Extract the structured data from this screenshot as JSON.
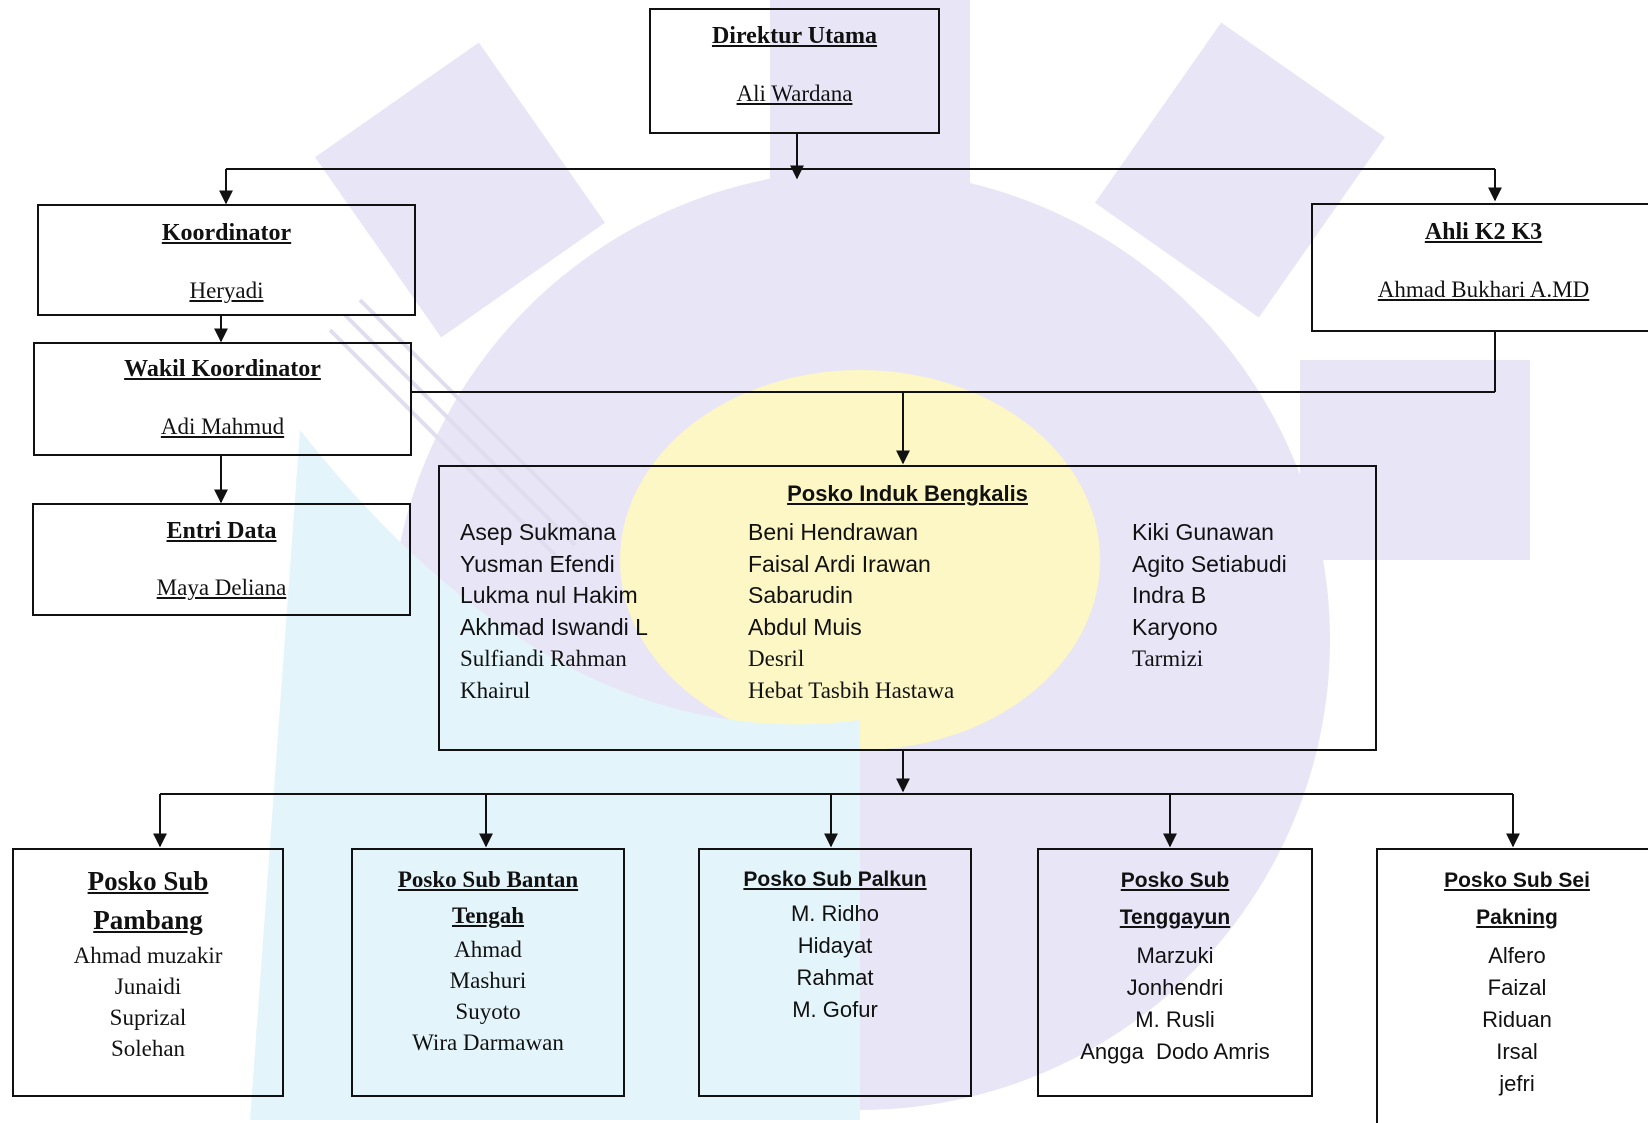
{
  "top": {
    "title": "Direktur Utama",
    "name": "Ali Wardana"
  },
  "koordinator": {
    "title": "Koordinator",
    "name": "Heryadi"
  },
  "wakil": {
    "title": "Wakil Koordinator",
    "name": "Adi Mahmud"
  },
  "entri": {
    "title": "Entri Data",
    "name": "Maya Deliana"
  },
  "ahli": {
    "title": "Ahli K2 K3",
    "name": "Ahmad Bukhari A.MD"
  },
  "induk": {
    "title": "Posko Induk Bengkalis",
    "col1": [
      "Asep Sukmana",
      "Yusman Efendi",
      "Lukma nul Hakim",
      "Akhmad Iswandi L",
      "Sulfiandi Rahman",
      "Khairul"
    ],
    "col2": [
      "Beni Hendrawan",
      "Faisal Ardi Irawan",
      "Sabarudin",
      "Abdul Muis",
      "Desril",
      "Hebat Tasbih Hastawa"
    ],
    "col3": [
      "Kiki Gunawan",
      "Agito Setiabudi",
      "Indra B",
      "Karyono",
      "Tarmizi"
    ]
  },
  "subs": [
    {
      "title_lines": [
        "Posko Sub",
        "Pambang"
      ],
      "members": [
        "Ahmad muzakir",
        "Junaidi",
        "Suprizal",
        "Solehan"
      ]
    },
    {
      "title_lines": [
        "Posko Sub Bantan",
        "Tengah"
      ],
      "members": [
        "Ahmad",
        "Mashuri",
        "Suyoto",
        "Wira Darmawan"
      ]
    },
    {
      "title_lines": [
        "Posko Sub Palkun"
      ],
      "members": [
        "M. Ridho",
        "Hidayat",
        "Rahmat",
        "M. Gofur"
      ]
    },
    {
      "title_lines": [
        "Posko Sub",
        "Tenggayun"
      ],
      "members": [
        "Marzuki",
        "Jonhendri",
        "M. Rusli",
        "Angga  Dodo Amris"
      ]
    },
    {
      "title_lines": [
        "Posko Sub Sei",
        "Pakning"
      ],
      "members": [
        "Alfero",
        "Faizal",
        "Riduan",
        "Irsal",
        "jefri"
      ]
    }
  ],
  "colors": {
    "line": "#111111",
    "watermark_purple": "#e7e4f5",
    "watermark_yellow": "#fdf8c8",
    "watermark_cyan": "#dff4f9"
  }
}
